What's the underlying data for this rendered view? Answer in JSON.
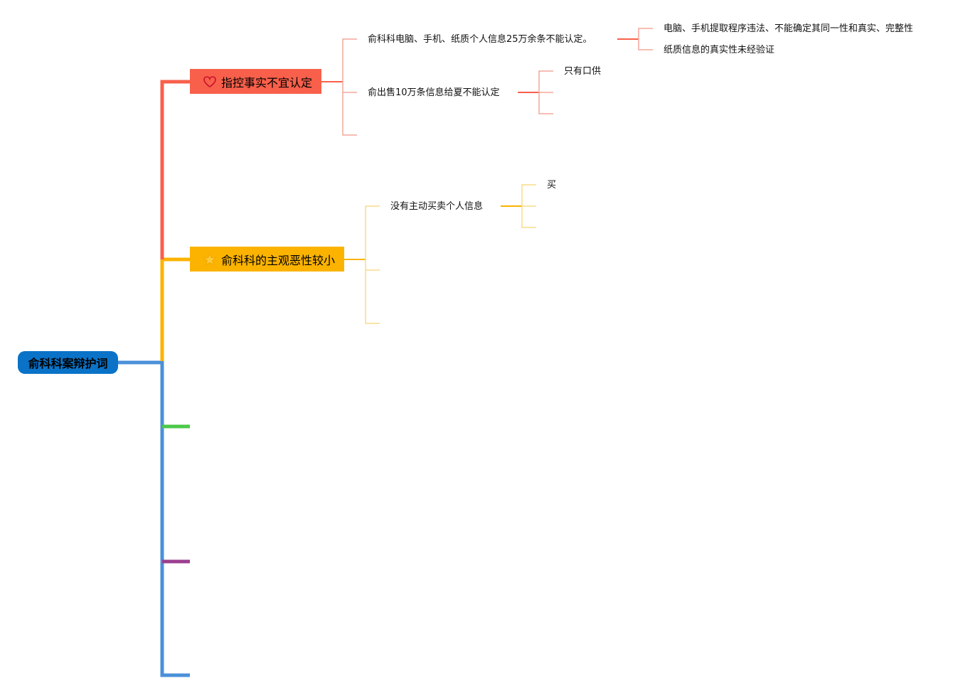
{
  "root": {
    "label": "俞科科案辩护词"
  },
  "topics": [
    {
      "label": "指控事实不宜认定",
      "icon": "heart-icon",
      "color": "#f8604b",
      "children": [
        {
          "label": "俞科科电脑、手机、纸质个人信息25万余条不能认定。",
          "children": [
            {
              "label": "电脑、手机提取程序违法、不能确定其同一性和真实、完整性"
            },
            {
              "label": "纸质信息的真实性未经验证"
            }
          ]
        },
        {
          "label": "俞出售10万条信息给夏不能认定",
          "children": [
            {
              "label": "只有口供"
            }
          ]
        }
      ]
    },
    {
      "label": "俞科科的主观恶性较小",
      "icon": "star-icon",
      "color": "#fbb300",
      "children": [
        {
          "label": "没有主动买卖个人信息",
          "children": [
            {
              "label": "买"
            }
          ]
        }
      ]
    }
  ],
  "colors": {
    "root": "#0a73c8",
    "trunk": "#4a90d9",
    "branch_red": "#f8604b",
    "branch_yellow": "#fbb300",
    "branch_green": "#4cc84a",
    "branch_purple": "#9b3f8f"
  }
}
